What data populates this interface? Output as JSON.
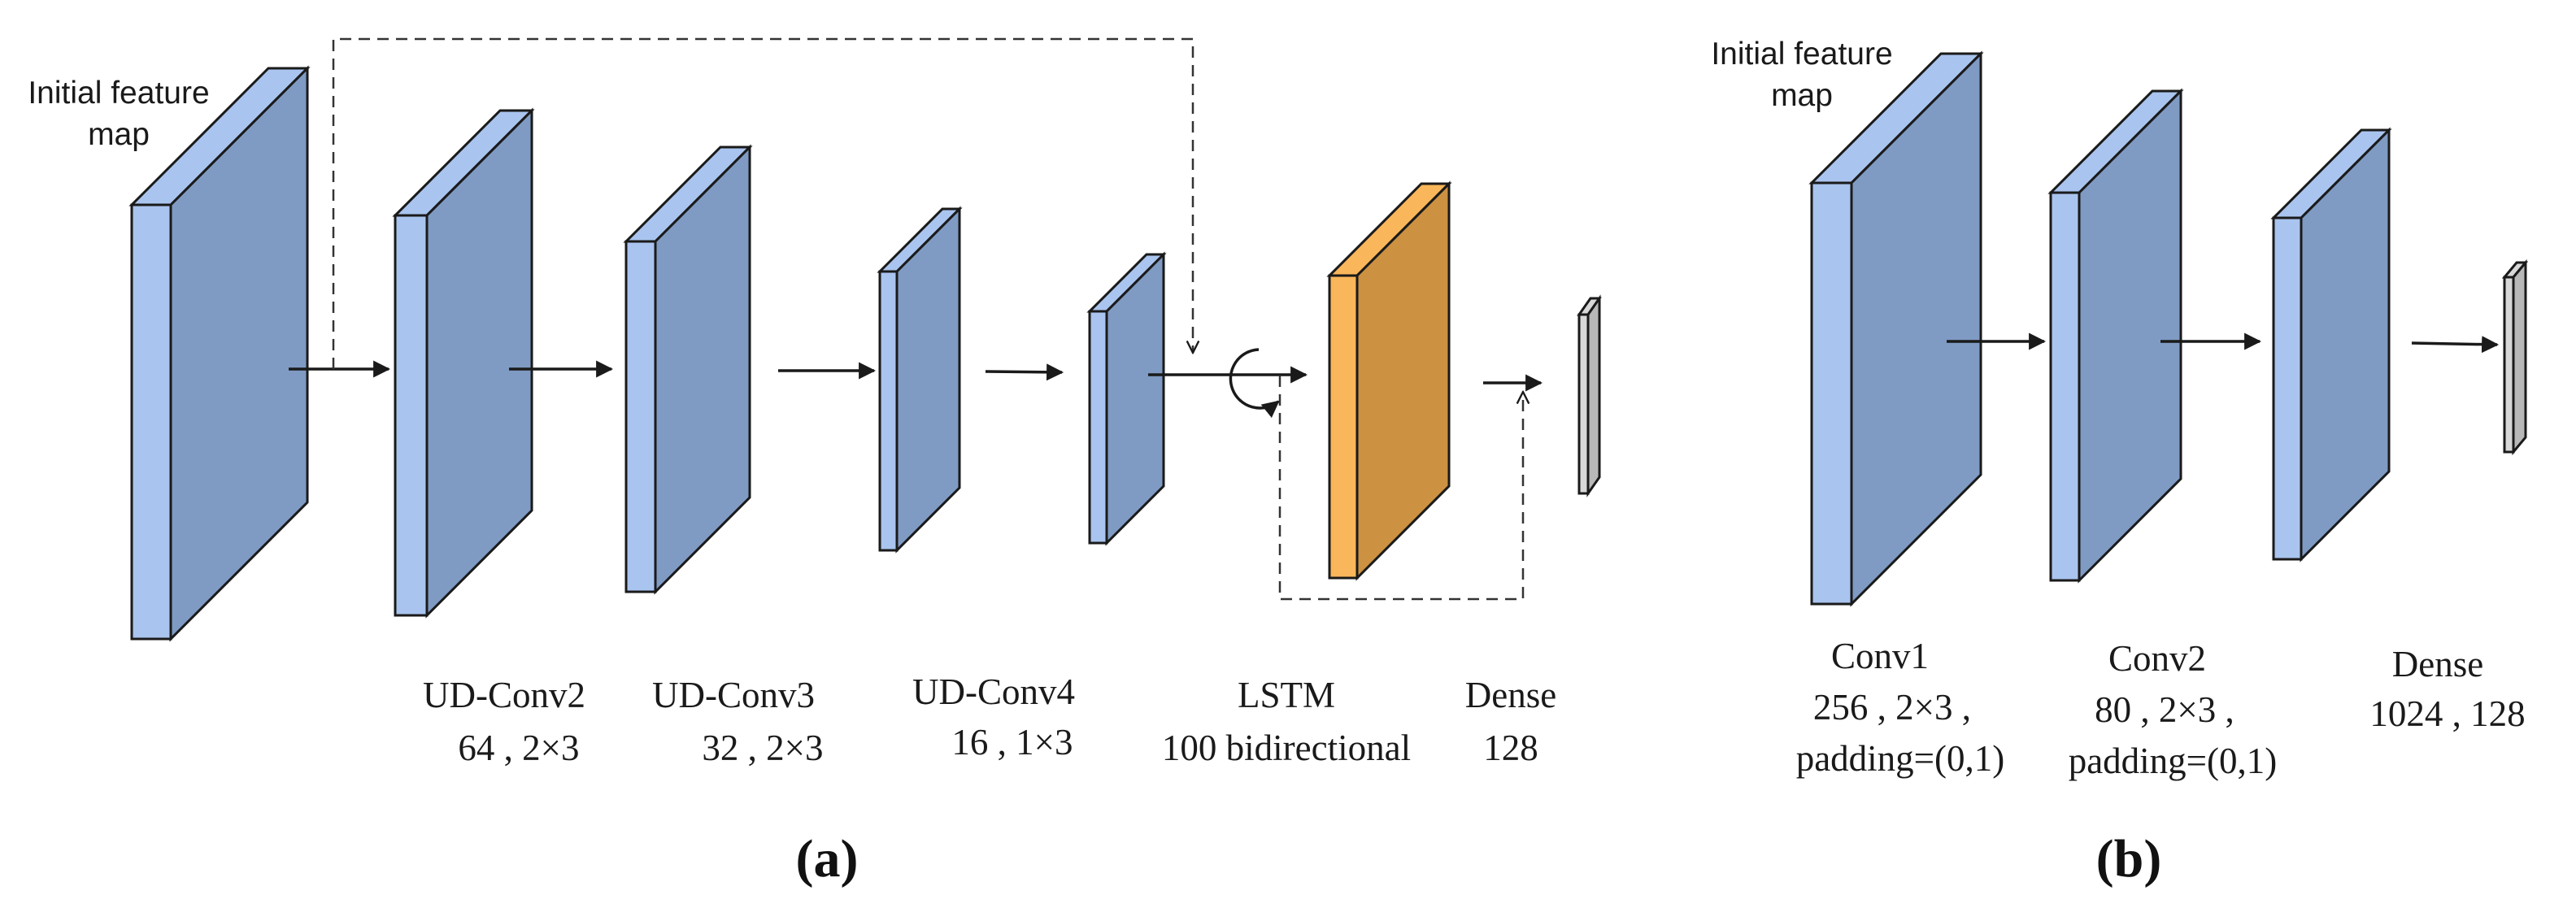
{
  "panel_a": {
    "input_label": [
      "Initial feature",
      "map"
    ],
    "layers": [
      {
        "name": "UD-Conv2",
        "params": "64 , 2×3"
      },
      {
        "name": "UD-Conv3",
        "params": "32 , 2×3"
      },
      {
        "name": "UD-Conv4",
        "params": "16 , 1×3"
      },
      {
        "name": "LSTM",
        "params": "100 bidirectional"
      },
      {
        "name": "Dense",
        "params": "128"
      }
    ],
    "caption": "(a)"
  },
  "panel_b": {
    "input_label": [
      "Initial feature",
      "map"
    ],
    "layers": [
      {
        "name": "Conv1",
        "params": [
          "256 , 2×3 ,",
          "padding=(0,1)"
        ]
      },
      {
        "name": "Conv2",
        "params": [
          "80 , 2×3 ,",
          "padding=(0,1)"
        ]
      },
      {
        "name": "Dense",
        "params": [
          "1024 , 128"
        ]
      }
    ],
    "caption": "(b)"
  },
  "colors": {
    "block_front": "#a9c4ee",
    "block_side": "#7f9bc4",
    "lstm_front": "#f9b65a",
    "lstm_side": "#cc9141",
    "dense_front": "#d8d8d8",
    "dense_side": "#b8b8b8",
    "stroke": "#1a1a1a"
  }
}
